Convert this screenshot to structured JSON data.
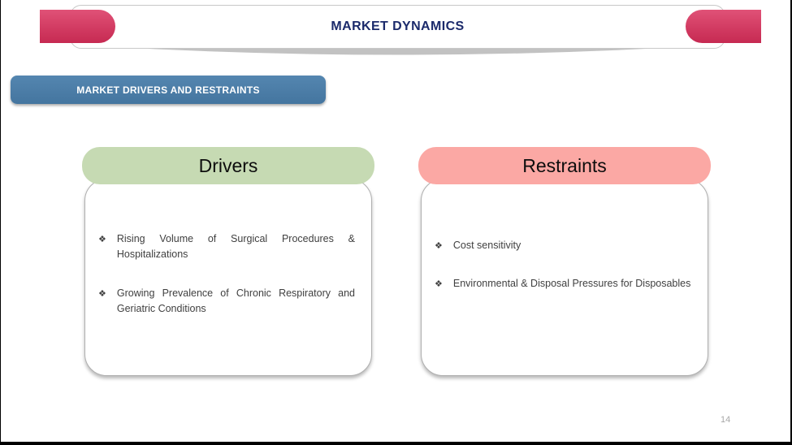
{
  "slide": {
    "title": "MARKET DYNAMICS",
    "section_label": "MARKET DRIVERS AND RESTRAINTS",
    "page_number": "14",
    "bullet_glyph": "❖"
  },
  "cards": [
    {
      "title": "Drivers",
      "header_color": "#c6dab3",
      "items": [
        "Rising Volume of Surgical Procedures & Hospitalizations",
        "Growing Prevalence of Chronic Respiratory and Geriatric Conditions"
      ]
    },
    {
      "title": "Restraints",
      "header_color": "#fba8a4",
      "items": [
        "Cost sensitivity",
        "Environmental & Disposal Pressures for Disposables"
      ]
    }
  ],
  "colors": {
    "title_text": "#1b2a6b",
    "ribbon_pink": "#d23b62",
    "ribbon_blue": "#4a7aa5",
    "drivers_header": "#c6dab3",
    "restraints_header": "#fba8a4",
    "body_text": "#3f3f3f",
    "page_number_text": "#a8a8a8"
  }
}
